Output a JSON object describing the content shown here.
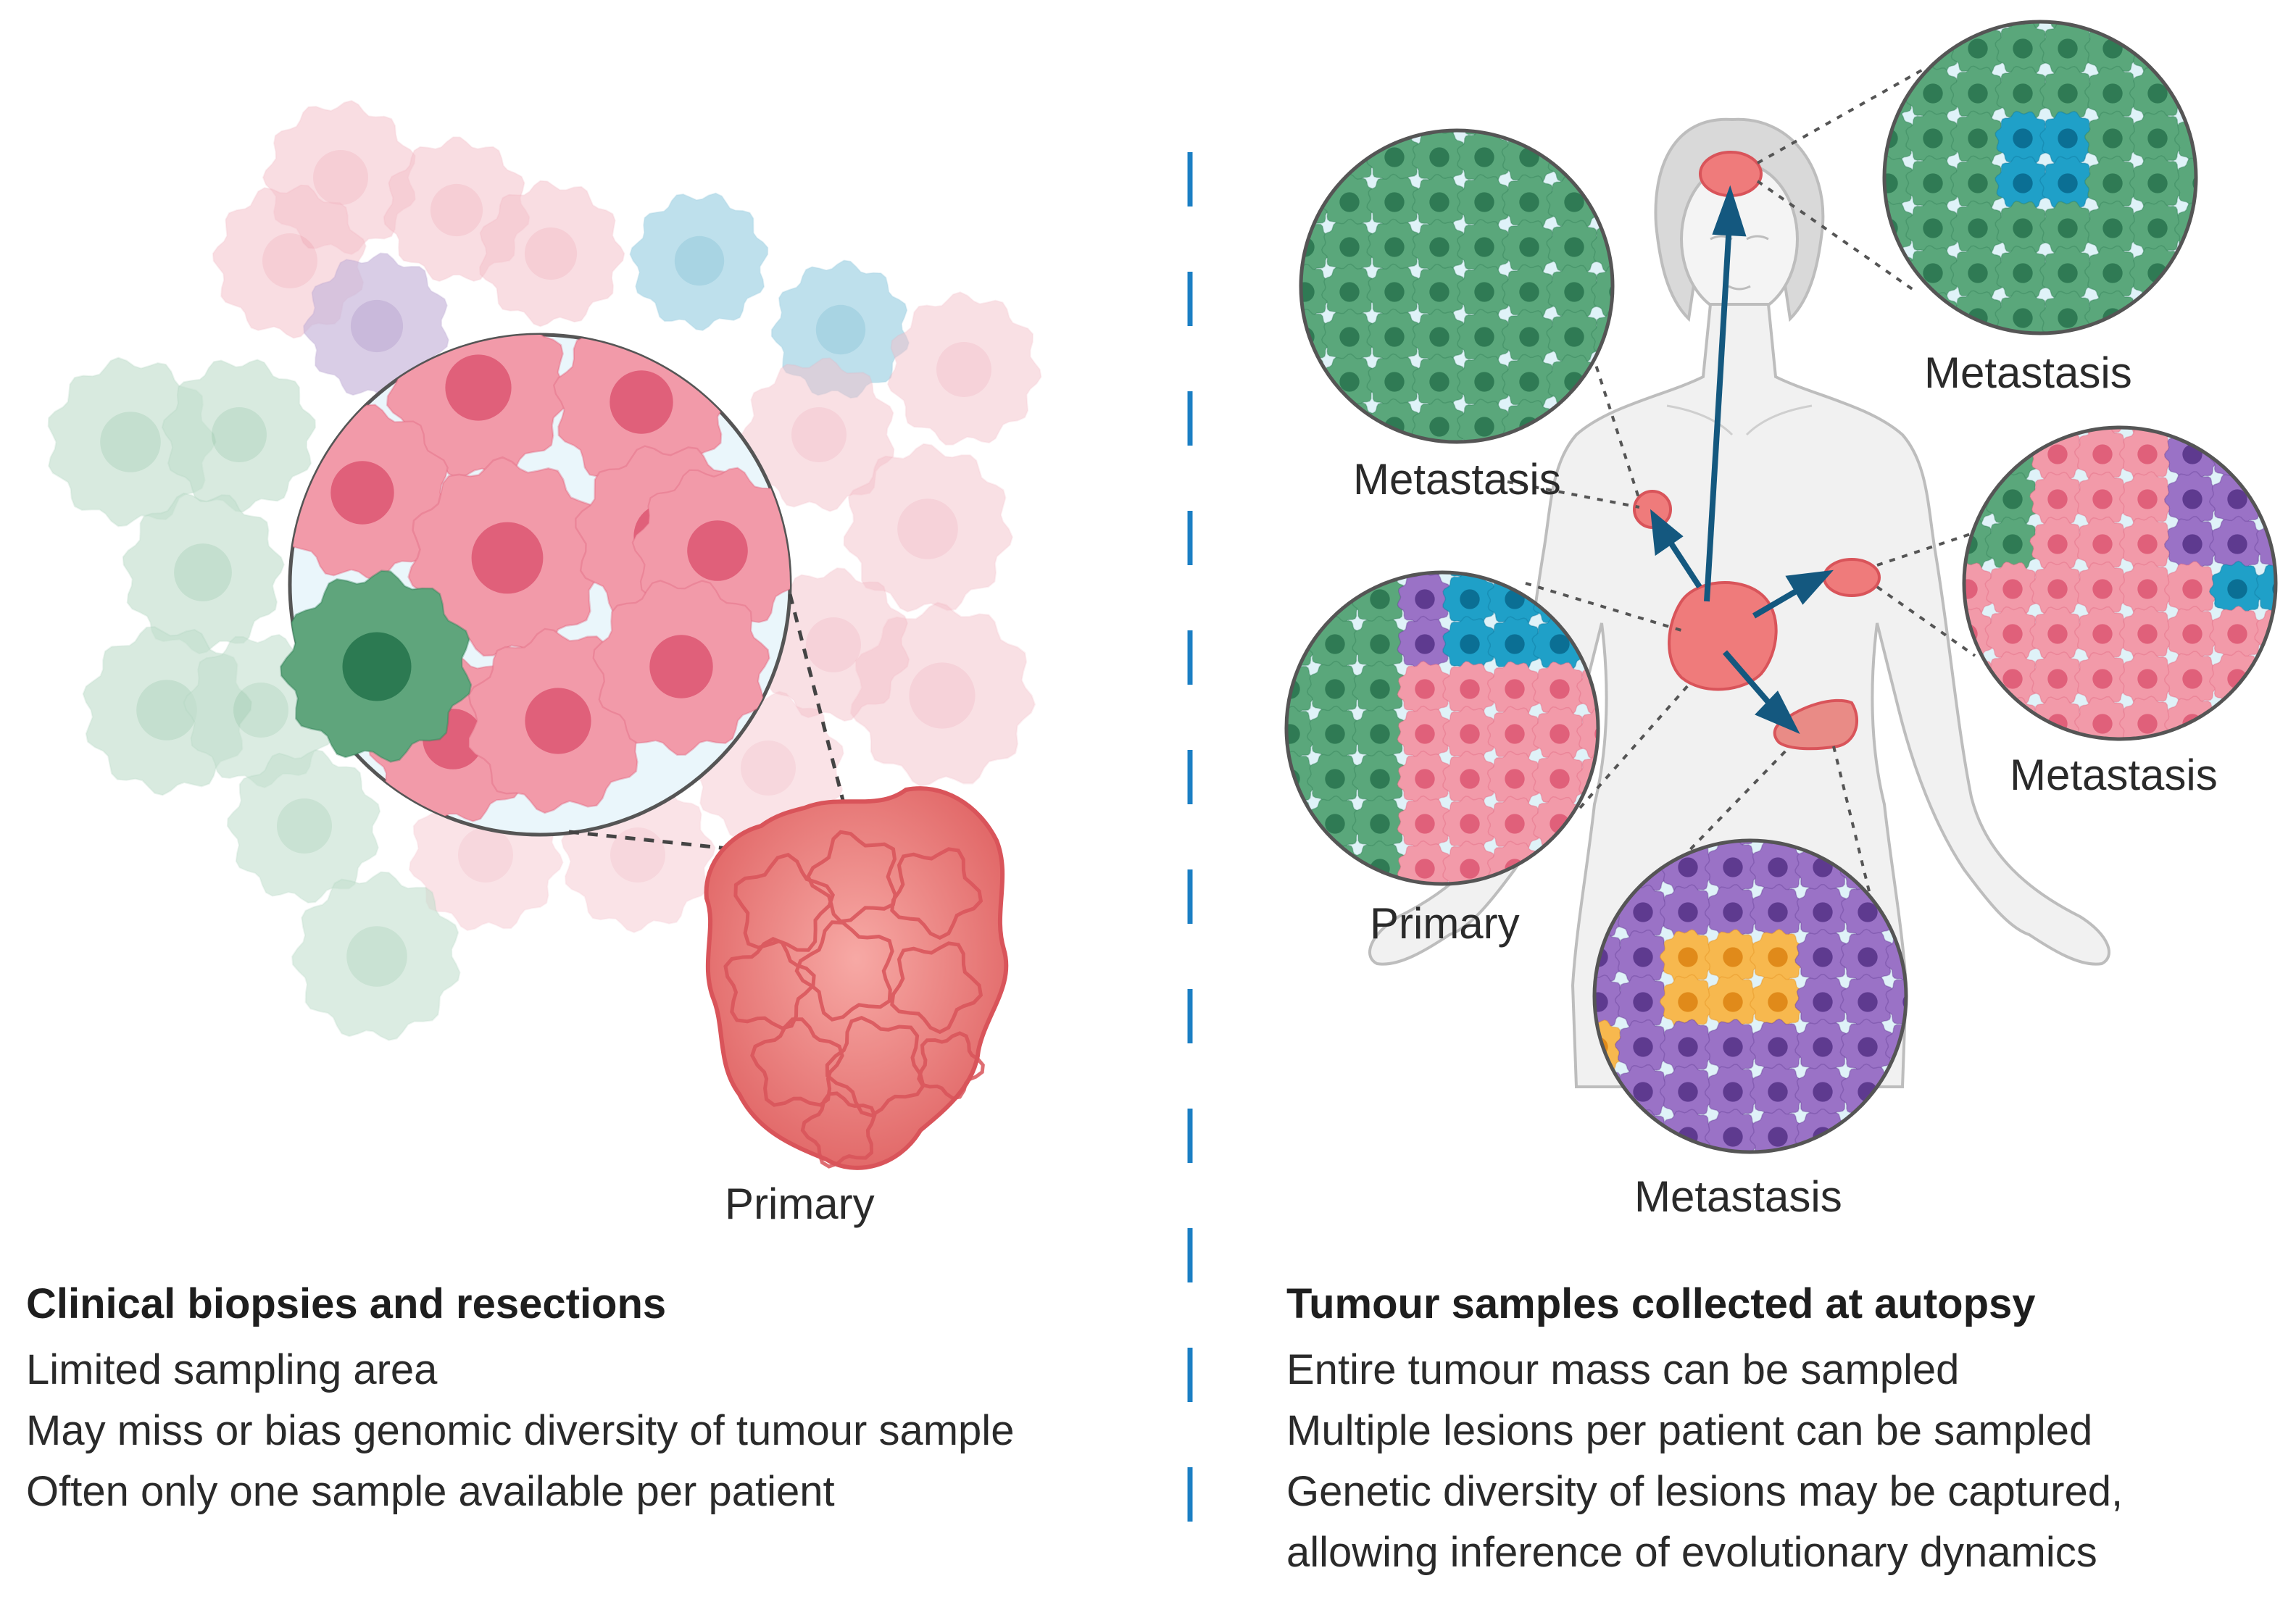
{
  "left_panel": {
    "primary_label": "Primary",
    "heading": "Clinical biopsies and resections",
    "points": [
      "Limited sampling area",
      "May miss or bias genomic diversity of tumour sample",
      "Often only one sample available per patient"
    ]
  },
  "right_panel": {
    "labels": {
      "metastasis_top_left": "Metastasis",
      "metastasis_top_right": "Metastasis",
      "metastasis_right": "Metastasis",
      "metastasis_bottom": "Metastasis",
      "primary": "Primary"
    },
    "heading": "Tumour samples collected at autopsy",
    "points": [
      "Entire tumour mass can be sampled",
      "Multiple lesions per patient can be sampled",
      "Genetic diversity of lesions may be captured,",
      "allowing inference of evolutionary dynamics"
    ]
  },
  "colors": {
    "pink_cell": "#f08fa0",
    "pink_nucleus": "#e0607a",
    "green_cell": "#4f9e72",
    "green_nucleus": "#2f7a54",
    "blue_cell": "#1fa0c8",
    "purple_cell": "#8a62b8",
    "orange_cell": "#f5b042",
    "tumour_red": "#e86a6a",
    "arrow_blue": "#14587f",
    "divider_blue": "#1b7fc4"
  }
}
